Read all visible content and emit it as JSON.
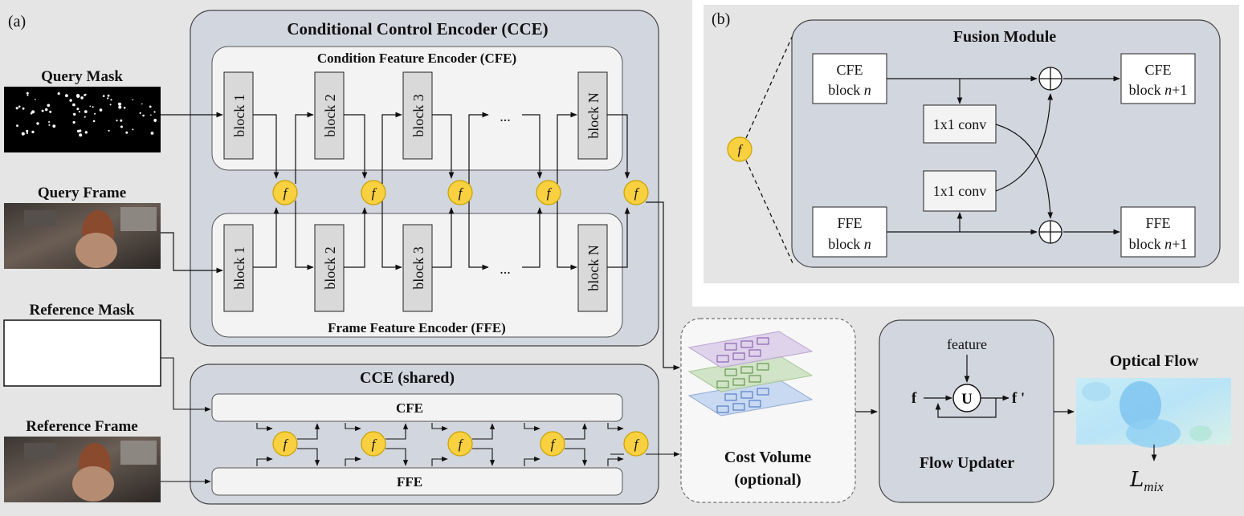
{
  "panel_a": {
    "label": "(a)",
    "inputs": {
      "query_mask": "Query Mask",
      "query_frame": "Query Frame",
      "reference_mask": "Reference Mask",
      "reference_frame": "Reference Frame"
    },
    "cce": {
      "title": "Conditional Control Encoder (CCE)",
      "cfe_title": "Condition Feature Encoder (CFE)",
      "ffe_title": "Frame Feature Encoder (FFE)",
      "blocks": [
        "block 1",
        "block 2",
        "block 3",
        "...",
        "block N"
      ],
      "fusion_symbol": "f"
    },
    "cce_shared": {
      "title": "CCE (shared)",
      "cfe": "CFE",
      "ffe": "FFE"
    },
    "cost_volume": {
      "line1": "Cost Volume",
      "line2": "(optional)"
    },
    "flow_updater": {
      "title": "Flow Updater",
      "feature": "feature",
      "input": "f",
      "unit": "U",
      "output": "f '"
    },
    "optical_flow": {
      "title": "Optical Flow",
      "loss": "L",
      "loss_sub": "mix"
    }
  },
  "panel_b": {
    "label": "(b)",
    "title": "Fusion Module",
    "fusion_symbol": "f",
    "cfe_in": {
      "line1": "CFE",
      "line2": "block",
      "var": "n"
    },
    "ffe_in": {
      "line1": "FFE",
      "line2": "block",
      "var": "n"
    },
    "cfe_out": {
      "line1": "CFE",
      "line2": "block",
      "var": "n",
      "suffix": "+1"
    },
    "ffe_out": {
      "line1": "FFE",
      "line2": "block",
      "var": "n",
      "suffix": "+1"
    },
    "conv1": "1x1 conv",
    "conv2": "1x1 conv"
  },
  "colors": {
    "panel_bg": "#e5e5e5",
    "module_fill": "#d2d6de",
    "encoder_fill": "#f3f3f3",
    "fusion_yellow": "#f8d040",
    "fusion_stroke": "#c9a200"
  }
}
